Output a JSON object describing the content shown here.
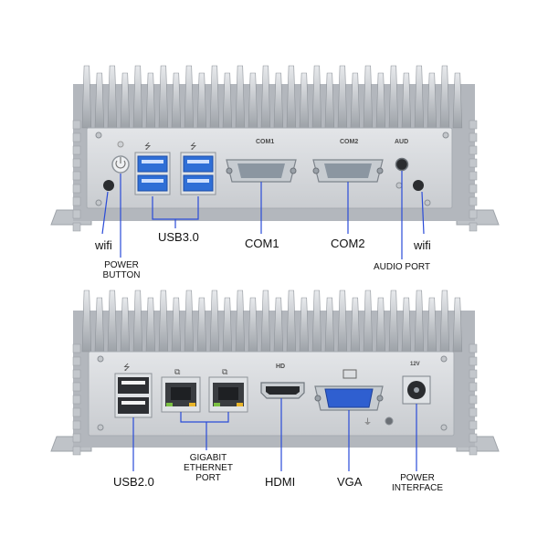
{
  "colors": {
    "callout": "#2a4bd8",
    "chassis": "#b8bcc2",
    "panel": "#d9dcdf",
    "usb3": "#2f6fd6",
    "vga": "#2f5fd0"
  },
  "top_panel": {
    "port_labels": {
      "com1": "COM1",
      "com2": "COM2",
      "aud": "AUD"
    },
    "callouts": {
      "wifi_left": "wifi",
      "power_button": "POWER BUTTON",
      "usb3": "USB3.0",
      "com1": "COM1",
      "com2": "COM2",
      "audio_port": "AUDIO PORT",
      "wifi_right": "wifi"
    }
  },
  "bottom_panel": {
    "port_labels": {
      "hd": "HD",
      "dc": "12V"
    },
    "callouts": {
      "usb2": "USB2.0",
      "ethernet": "GIGABIT ETHERNET PORT",
      "hdmi": "HDMI",
      "vga": "VGA",
      "power_interface": "POWER INTERFACE"
    }
  }
}
